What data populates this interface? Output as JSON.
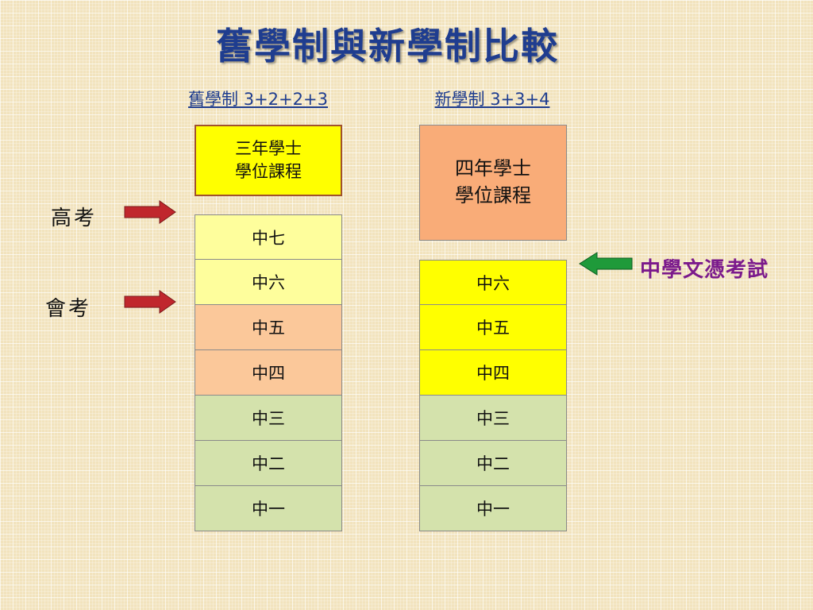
{
  "title": "舊學制與新學制比較",
  "old_system": {
    "heading": "舊學制 3+2+2+3",
    "degree_line1": "三年學士",
    "degree_line2": "學位課程",
    "grades": [
      "中七",
      "中六",
      "中五",
      "中四",
      "中三",
      "中二",
      "中一"
    ],
    "grade_colors": [
      "#fefe9c",
      "#fefe9c",
      "#fbc89a",
      "#fbc89a",
      "#d4e2ac",
      "#d4e2ac",
      "#d4e2ac"
    ],
    "degree_color": "#ffff00",
    "exams": [
      {
        "label": "高考",
        "points_to": "中七"
      },
      {
        "label": "會考",
        "points_to": "中五"
      }
    ]
  },
  "new_system": {
    "heading": "新學制 3+3+4",
    "degree_line1": "四年學士",
    "degree_line2": "學位課程",
    "grades": [
      "中六",
      "中五",
      "中四",
      "中三",
      "中二",
      "中一"
    ],
    "grade_colors": [
      "#ffff00",
      "#ffff00",
      "#ffff00",
      "#d4e2ac",
      "#d4e2ac",
      "#d4e2ac"
    ],
    "degree_color": "#f9ac78",
    "exam": {
      "label": "中學文憑考試",
      "points_to": "中六"
    }
  },
  "colors": {
    "title": "#1f3d8f",
    "old_arrow": "#c0272d",
    "new_arrow": "#1f9a3a",
    "exam_label": "#7b1a8c"
  }
}
